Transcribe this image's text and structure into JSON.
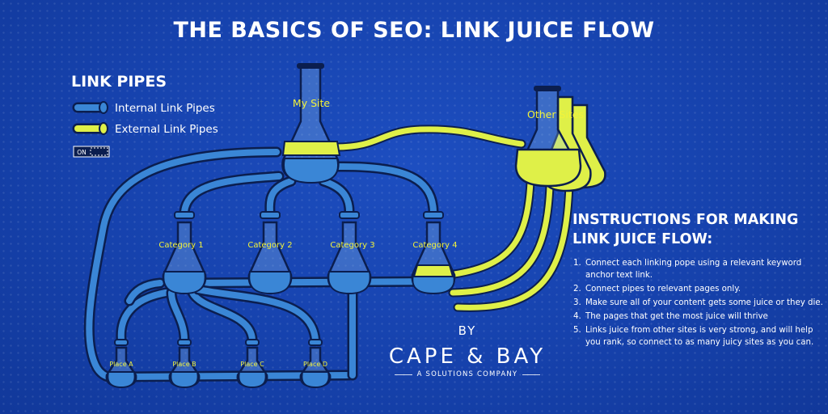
{
  "title": "THE BASICS OF SEO: LINK JUICE FLOW",
  "legend": {
    "title": "LINK PIPES",
    "items": [
      {
        "label": "Internal Link Pipes",
        "color": "#3a86d6"
      },
      {
        "label": "External Link Pipes",
        "color": "#dff048"
      }
    ],
    "switch_label": "ON"
  },
  "nodes": {
    "my_site": "My Site",
    "other_sites": "Other Sites",
    "categories": [
      "Category 1",
      "Category 2",
      "Category 3",
      "Category 4"
    ],
    "places": [
      "Place A",
      "Place B",
      "Place C",
      "Place D"
    ]
  },
  "instructions": {
    "title_line1": "INSTRUCTIONS FOR MAKING",
    "title_line2": "LINK JUICE FLOW:",
    "steps": [
      "Connect each linking pope using a relevant keyword anchor text link.",
      "Connect pipes to relevant pages only.",
      "Make sure all of your content gets some juice or they die.",
      "The pages that get the most juice will thrive",
      "Links juice from other sites is very strong, and will help you rank, so connect to as many juicy sites as you can."
    ]
  },
  "brand": {
    "by": "BY",
    "name": "CAPE & BAY",
    "tagline": "A SOLUTIONS COMPANY"
  },
  "colors": {
    "background": "#1642ad",
    "internal_pipe": "#3a86d6",
    "external_pipe": "#dff048",
    "outline": "#0b1e4f",
    "label_yellow": "#f2f23a"
  }
}
